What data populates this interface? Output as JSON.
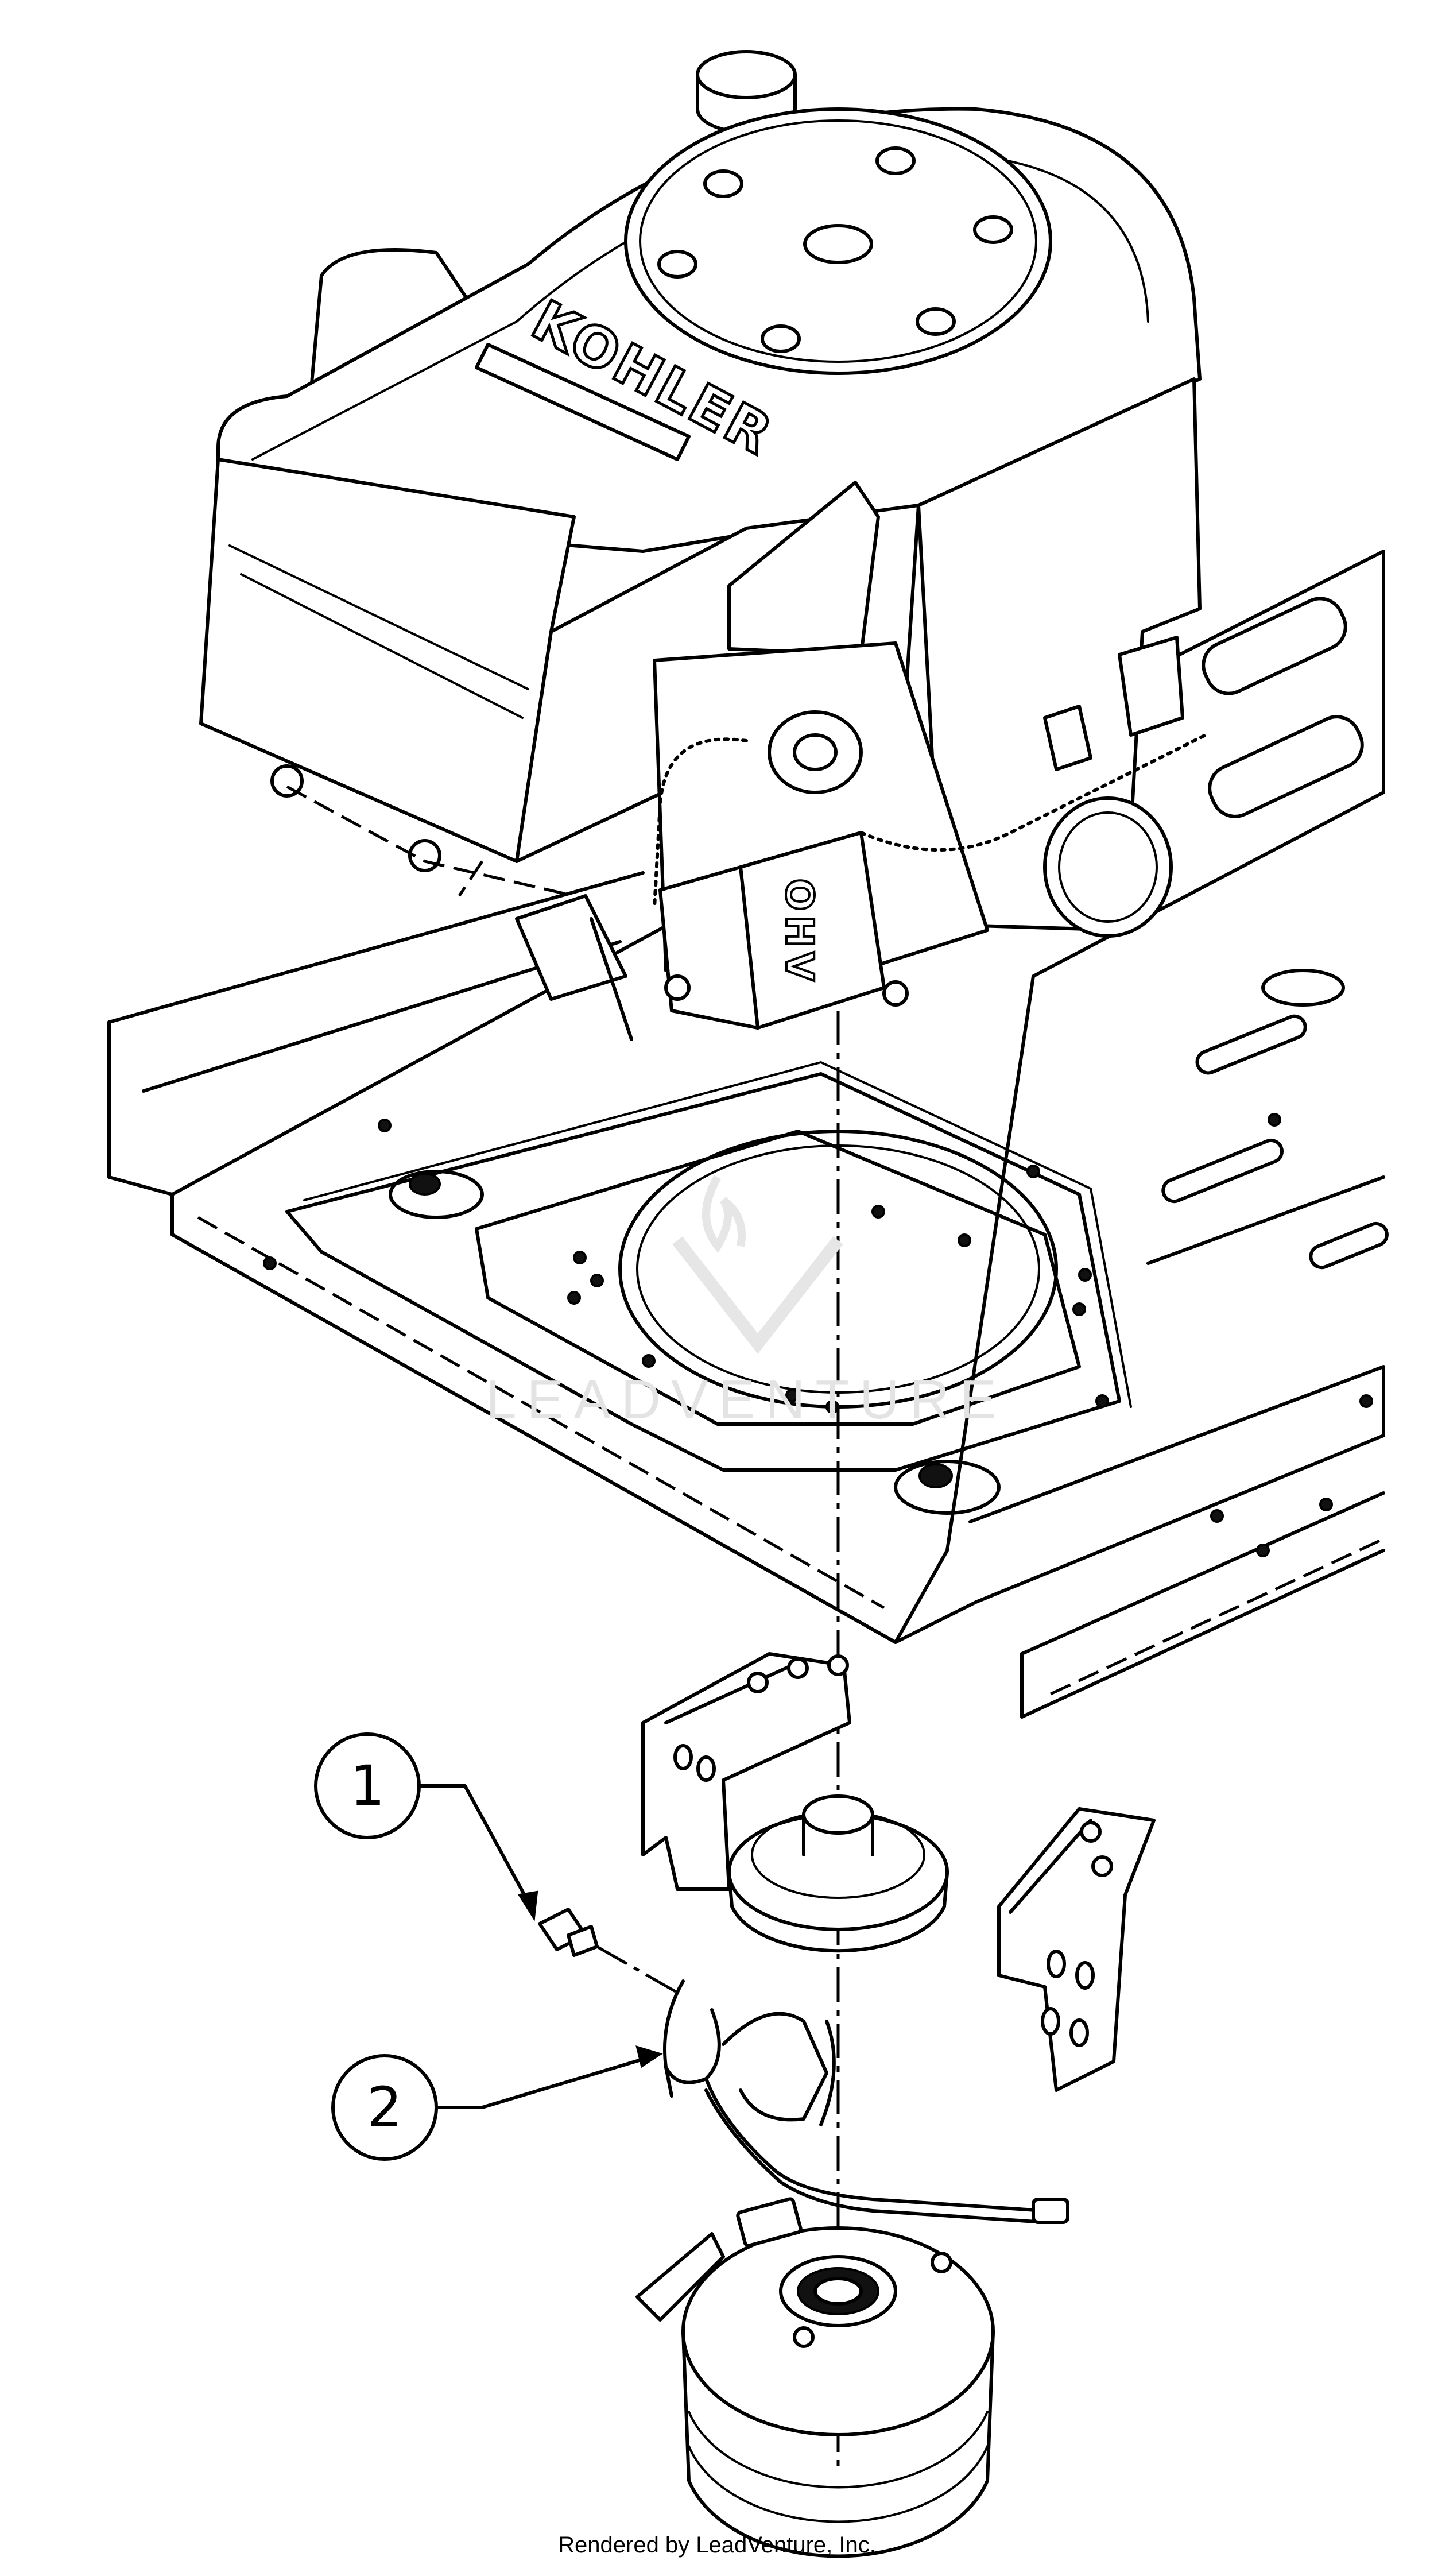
{
  "diagram": {
    "brand_label": "KOHLER",
    "watermark_text": "LEADVENTURE",
    "callouts": [
      {
        "number": "1",
        "part": "bolt"
      },
      {
        "number": "2",
        "part": "clutch-harness"
      }
    ]
  },
  "footer": {
    "text": "Rendered by LeadVenture, Inc."
  }
}
